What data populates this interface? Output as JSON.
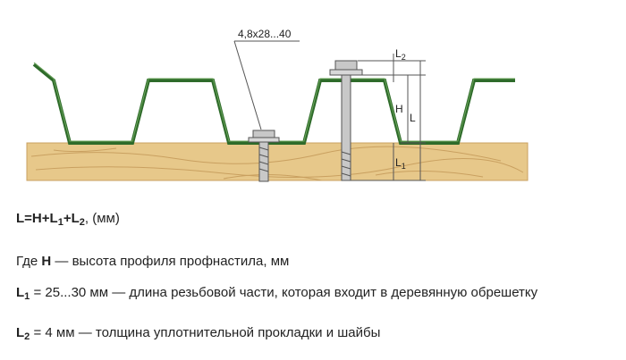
{
  "diagram": {
    "screw_label": "4,8x28...40",
    "dim_h": "H",
    "dim_l": "L",
    "dim_l1_main": "L",
    "dim_l1_sub": "1",
    "dim_l2_main": "L",
    "dim_l2_sub": "2"
  },
  "formula": {
    "l": "L",
    "eq": "=H+L",
    "sub1": "1",
    "plus": "+L",
    "sub2": "2",
    "tail": ", (мм)"
  },
  "definitions": {
    "h_prefix": "Где ",
    "h_symbol": "H",
    "h_text": " — высота профиля профнастила, мм",
    "l1_symbol": "L",
    "l1_sub": "1",
    "l1_text": " = 25...30 мм — длина резьбовой части, которая входит в деревянную обрешетку",
    "l2_symbol": "L",
    "l2_sub": "2",
    "l2_text": " = 4 мм — толщина уплотнительной прокладки и шайбы"
  },
  "colors": {
    "sheet": "#2e6b2a",
    "sheet_highlight": "#6aa35a",
    "wood": "#e7c88a",
    "wood_grain": "#c9a060",
    "screw": "#c8c8c8",
    "line": "#555555"
  }
}
